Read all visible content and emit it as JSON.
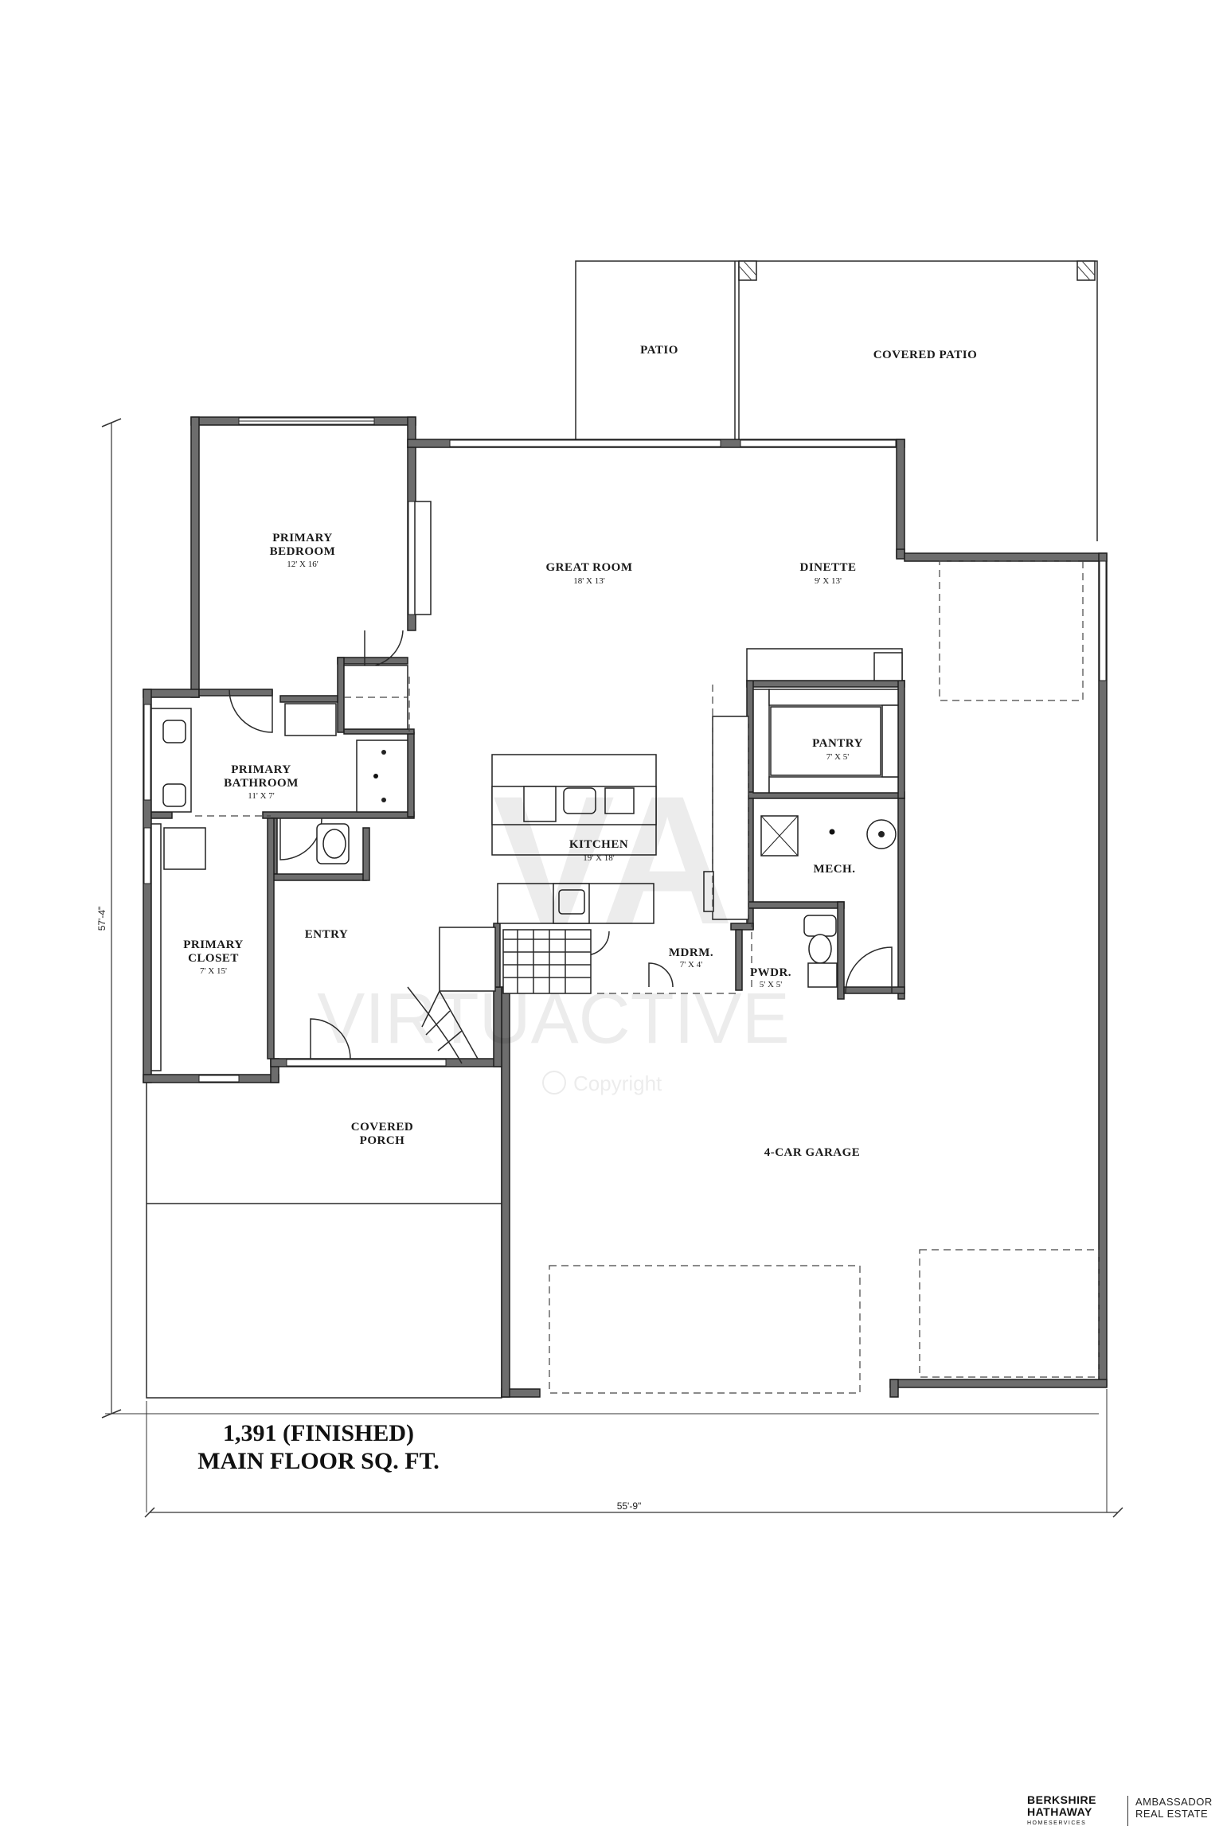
{
  "rooms": {
    "patio": {
      "name": "PATIO"
    },
    "covered_patio": {
      "name": "COVERED PATIO"
    },
    "primary_bedroom": {
      "name_line1": "PRIMARY",
      "name_line2": "BEDROOM",
      "dims": "12' X 16'"
    },
    "great_room": {
      "name": "GREAT ROOM",
      "dims": "18' X 13'"
    },
    "dinette": {
      "name": "DINETTE",
      "dims": "9' X 13'"
    },
    "pantry": {
      "name": "PANTRY",
      "dims": "7' X 5'"
    },
    "primary_bathroom": {
      "name_line1": "PRIMARY",
      "name_line2": "BATHROOM",
      "dims": "11' X 7'"
    },
    "kitchen": {
      "name": "KITCHEN",
      "dims": "19' X 18'"
    },
    "mech": {
      "name": "MECH."
    },
    "entry": {
      "name": "ENTRY"
    },
    "primary_closet": {
      "name_line1": "PRIMARY",
      "name_line2": "CLOSET",
      "dims": "7' X 15'"
    },
    "mudroom": {
      "name": "MDRM.",
      "dims": "7' X 4'"
    },
    "powder": {
      "name": "PWDR.",
      "dims": "5' X 5'"
    },
    "covered_porch": {
      "name_line1": "COVERED",
      "name_line2": "PORCH"
    },
    "garage": {
      "name": "4-CAR GARAGE"
    }
  },
  "area": {
    "line1": "1,391 (FINISHED)",
    "line2": "MAIN FLOOR SQ. FT."
  },
  "dimensions": {
    "depth": "57'-4\"",
    "width": "55'-9\""
  },
  "watermark": {
    "mark": "VA",
    "word": "VIRTUACTIVE",
    "copyright": "Copyright"
  },
  "branding": {
    "line1": "BERKSHIRE",
    "line2": "HATHAWAY",
    "line3": "HOMESERVICES",
    "right1": "AMBASSADOR",
    "right2": "REAL ESTATE"
  }
}
